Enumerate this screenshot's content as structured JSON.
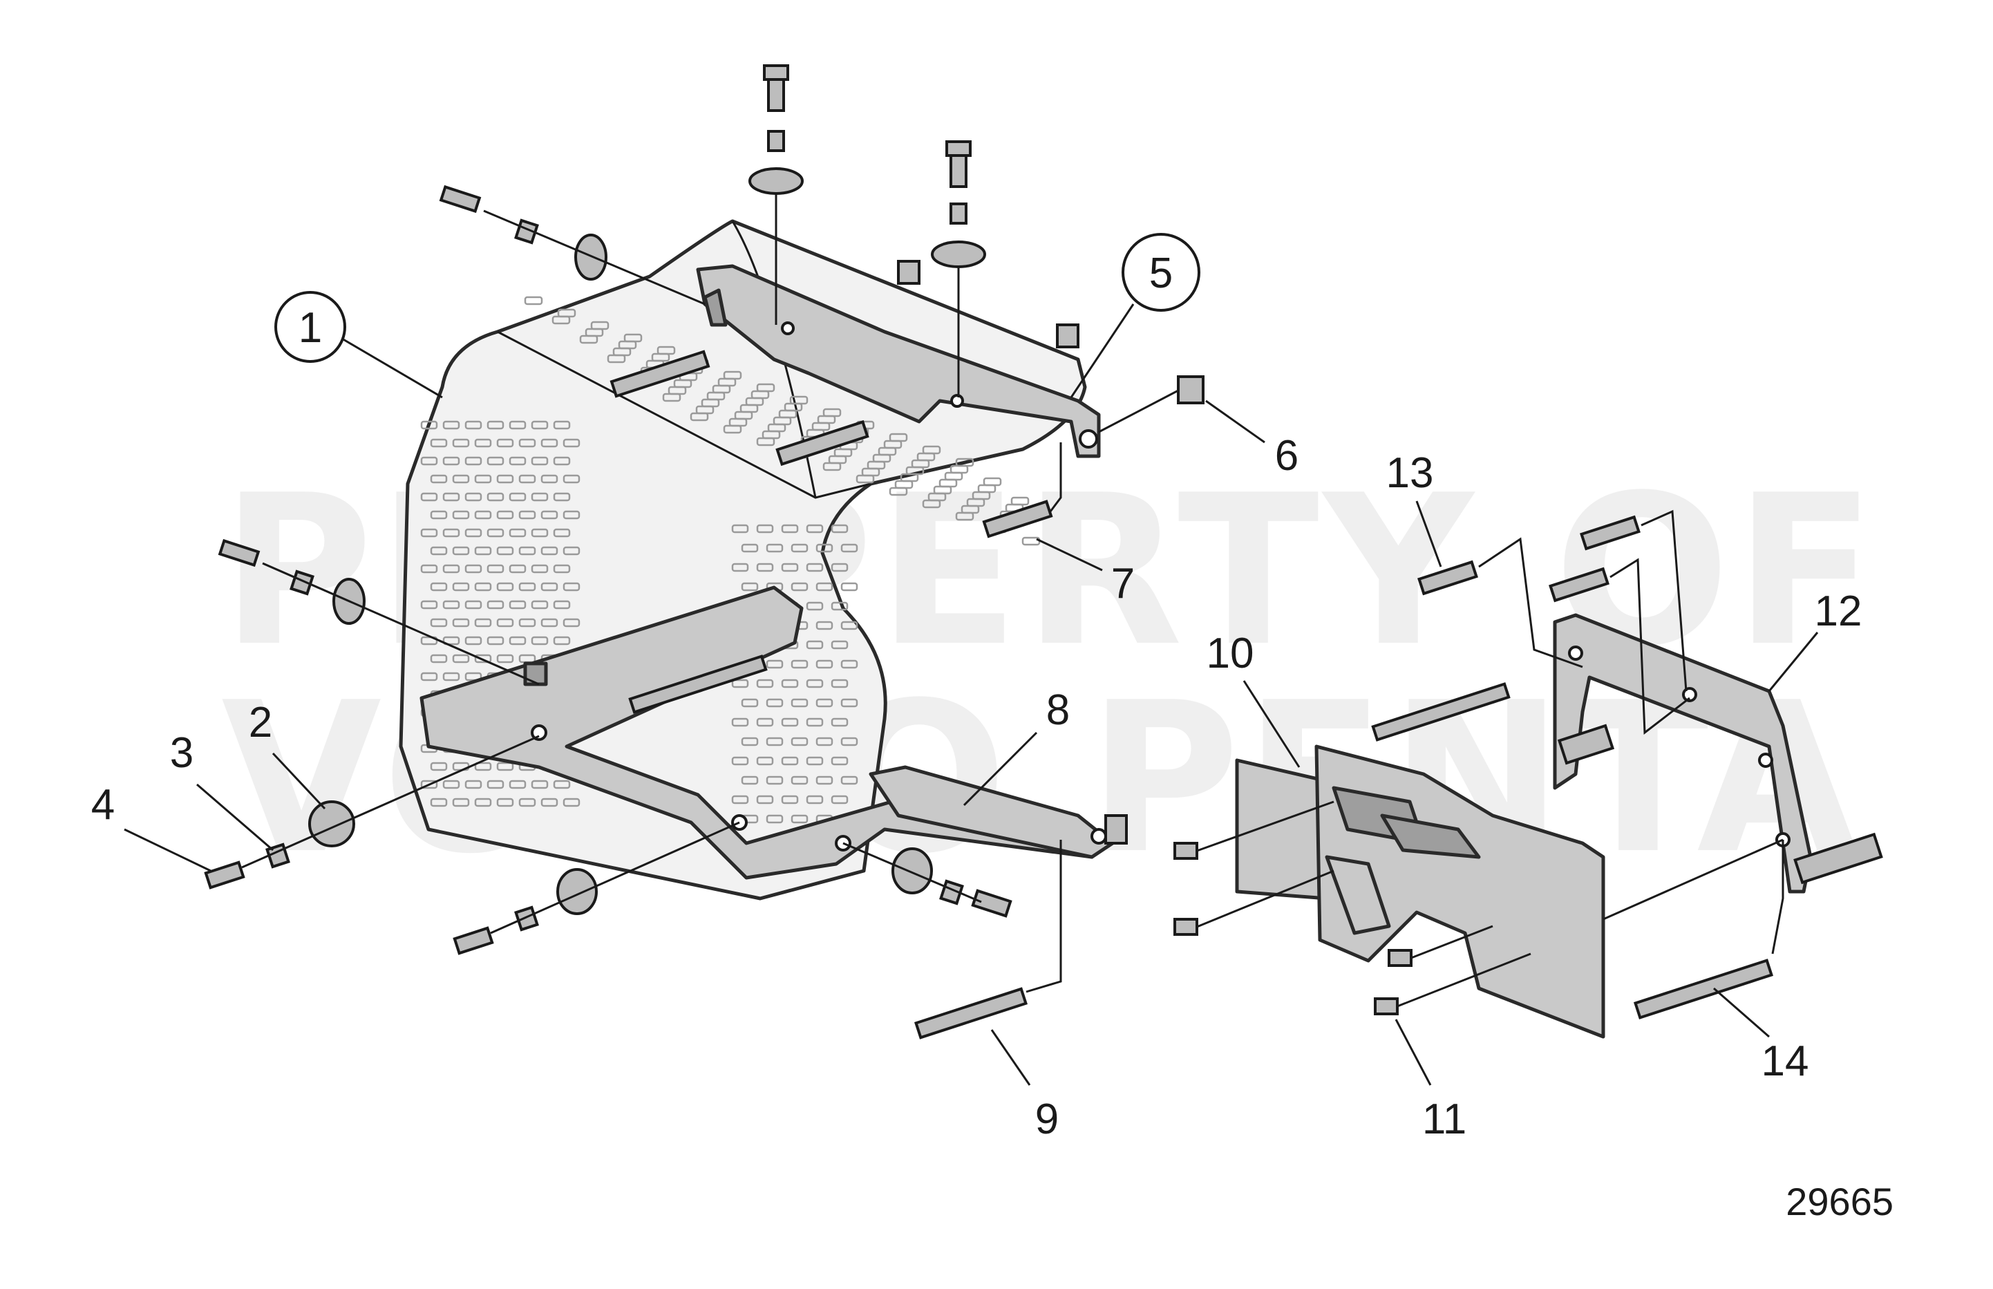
{
  "diagram": {
    "watermark_lines": [
      "PROPERTY OF",
      "VOLVO PENTA"
    ],
    "figure_number": "29665",
    "callouts": [
      {
        "id": "1",
        "circled": true
      },
      {
        "id": "2",
        "circled": false
      },
      {
        "id": "3",
        "circled": false
      },
      {
        "id": "4",
        "circled": false
      },
      {
        "id": "5",
        "circled": true
      },
      {
        "id": "6",
        "circled": false
      },
      {
        "id": "7",
        "circled": false
      },
      {
        "id": "8",
        "circled": false
      },
      {
        "id": "9",
        "circled": false
      },
      {
        "id": "10",
        "circled": false
      },
      {
        "id": "11",
        "circled": false
      },
      {
        "id": "12",
        "circled": false
      },
      {
        "id": "13",
        "circled": false
      },
      {
        "id": "14",
        "circled": false
      }
    ]
  }
}
